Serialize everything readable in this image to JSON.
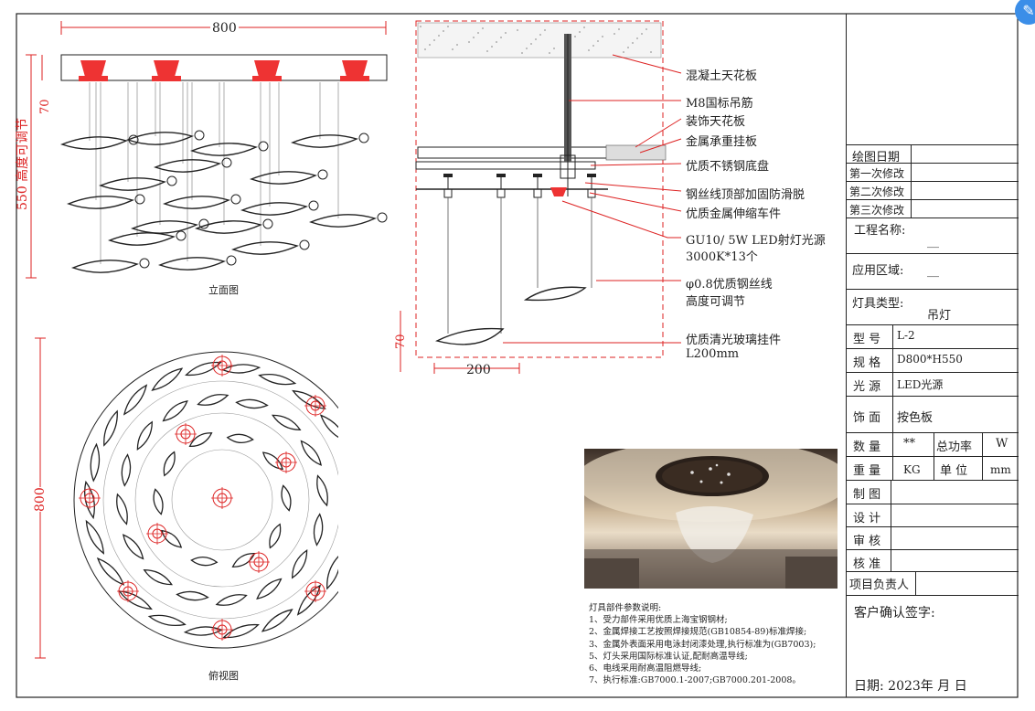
{
  "elevation": {
    "width_dim": "800",
    "height_dim_text": "550 高度可调节",
    "top_dim": "70",
    "caption": "立面图"
  },
  "plan": {
    "dim": "800",
    "caption": "俯视图"
  },
  "section": {
    "dim_width": "200",
    "dim_height": "70",
    "callouts": [
      "混凝土天花板",
      "M8国标吊筋",
      "装饰天花板",
      "金属承重挂板",
      "优质不锈钢底盘",
      "钢丝线顶部加固防滑脱",
      "优质金属伸缩车件",
      "GU10/ 5W LED射灯光源",
      "3000K*13个",
      "φ0.8优质钢丝线",
      "高度可调节",
      "优质清光玻璃挂件",
      "L200mm"
    ]
  },
  "notes": {
    "title": "灯具部件参数说明:",
    "items": [
      "1、受力部件采用优质上海宝钢钢材;",
      "2、金属焊接工艺按照焊接规范(GB10854-89)标准焊接;",
      "3、金属外表面采用电泳封闭漆处理,执行标准为(GB7003);",
      "5、灯头采用国际标准认证,配耐高温导线;",
      "6、电线采用耐高温阻燃导线;",
      "7、执行标准:GB7000.1-2007;GB7000.201-2008。"
    ]
  },
  "title_block": {
    "draw_date": "绘图日期",
    "rev1": "第一次修改",
    "rev2": "第二次修改",
    "rev3": "第三次修改",
    "project_label": "工程名称:",
    "project_value": "__",
    "area_label": "应用区域:",
    "area_value": "__",
    "type_label": "灯具类型:",
    "type_value": "吊灯",
    "model_label": "型 号",
    "model_value": "L-2",
    "spec_label": "规 格",
    "spec_value": "D800*H550",
    "light_label": "光 源",
    "light_value": "LED光源",
    "finish_label": "饰 面",
    "finish_value": "按色板",
    "qty_label": "数 量",
    "qty_value": "**",
    "power_label": "总功率",
    "power_value": "W",
    "weight_label": "重 量",
    "weight_value": "KG",
    "unit_label": "单 位",
    "unit_value": "mm",
    "drawn": "制 图",
    "design": "设 计",
    "review": "审 核",
    "approve": "核 准",
    "pm": "项目负责人",
    "client_sign": "客户确认签字:",
    "date_line": "日期: 2023年    月    日"
  }
}
